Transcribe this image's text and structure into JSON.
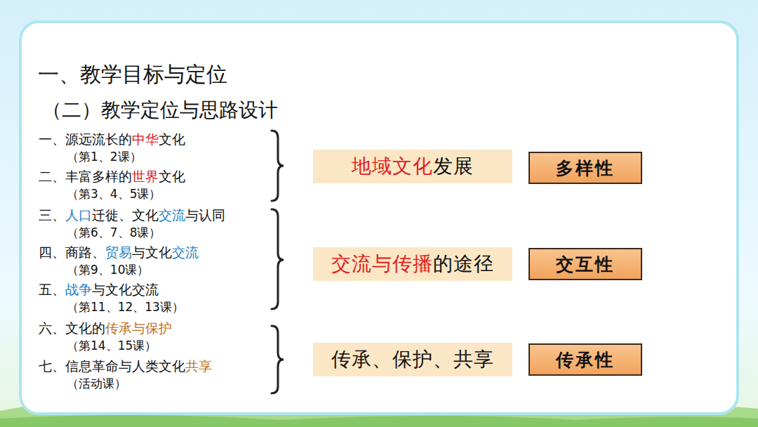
{
  "diagram": {
    "title": "一、教学目标与定位",
    "nodes": [
      {
        "text": [
          "地域文化发展"
        ]
      },
      {
        "text": [
          "多样性"
        ]
      },
      {
        "text": [
          "交流与传播的途径"
        ]
      },
      {
        "text": [
          "交互性"
        ]
      },
      {
        "text": [
          "传承、保护、共享"
        ]
      },
      {
        "text": [
          "传承性"
        ]
      }
    ],
    "labels": [
      "（二）教学定位与思路设计",
      "一、源远流长的中华文化",
      "（第1、2课）",
      "二、丰富多样的世界文化",
      "（第3、4、5课）",
      "三、人口迁徙、文化交流与认同",
      "（第6、7、8课）",
      "四、商路、贸易与文化交流",
      "（第9、10课）",
      "五、战争与文化交流",
      "（第11、12、13课）",
      "六、文化的传承与保护",
      "（第14、15课）",
      "七、信息革命与人类文化共享",
      "（活动课）"
    ]
  }
}
